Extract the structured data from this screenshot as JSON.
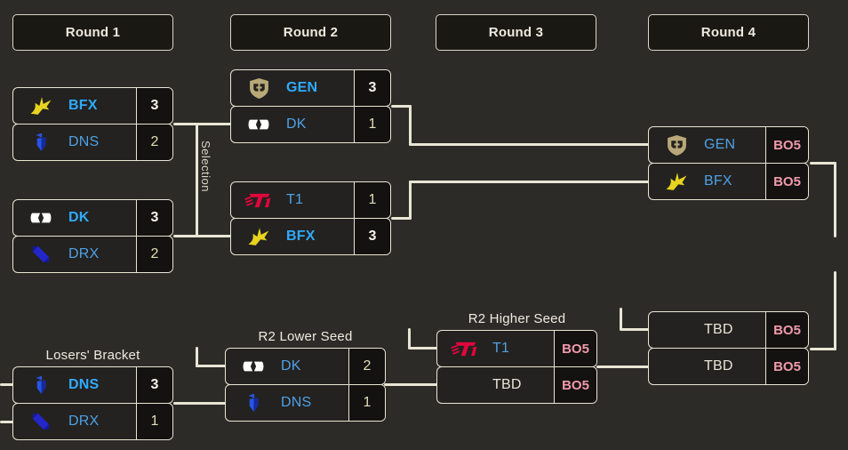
{
  "app": {
    "background": "#2d2b28",
    "line_color": "#e9e5d4",
    "team_blue": "#4fa0e6",
    "winner_blue": "#2fabff",
    "bo5_pink": "#f29aab",
    "score_cream": "#e6ddb7"
  },
  "rounds": [
    {
      "label": "Round 1"
    },
    {
      "label": "Round 2"
    },
    {
      "label": "Round 3"
    },
    {
      "label": "Round 4"
    }
  ],
  "labels": {
    "selection": "Selection",
    "losers_bracket": "Losers' Bracket",
    "r2_lower_seed": "R2 Lower Seed",
    "r2_higher_seed": "R2 Higher Seed"
  },
  "matches": [
    {
      "name": "round1-match1",
      "teams": [
        {
          "name": "BFX",
          "icon": "bfx-logo",
          "score": "3",
          "winner": true
        },
        {
          "name": "DNS",
          "icon": "dns-logo",
          "score": "2"
        }
      ]
    },
    {
      "name": "round1-match2",
      "teams": [
        {
          "name": "DK",
          "icon": "dk-logo",
          "score": "3",
          "winner": true
        },
        {
          "name": "DRX",
          "icon": "drx-logo",
          "score": "2"
        }
      ]
    },
    {
      "name": "round2-match1",
      "teams": [
        {
          "name": "GEN",
          "icon": "gen-logo",
          "score": "3",
          "winner": true
        },
        {
          "name": "DK",
          "icon": "dk-logo",
          "score": "1"
        }
      ]
    },
    {
      "name": "round2-match2",
      "teams": [
        {
          "name": "T1",
          "icon": "t1-logo",
          "score": "1"
        },
        {
          "name": "BFX",
          "icon": "bfx-logo",
          "score": "3",
          "winner": true
        }
      ]
    },
    {
      "name": "round4-upper-final",
      "teams": [
        {
          "name": "GEN",
          "icon": "gen-logo",
          "score": "BO5",
          "bo5": true
        },
        {
          "name": "BFX",
          "icon": "bfx-logo",
          "score": "BO5",
          "bo5": true
        }
      ]
    },
    {
      "name": "r2-higher-seed",
      "teams": [
        {
          "name": "T1",
          "icon": "t1-logo",
          "score": "BO5",
          "bo5": true
        },
        {
          "name": "TBD",
          "placeholder": true,
          "score": "BO5",
          "bo5": true
        }
      ]
    },
    {
      "name": "r2-lower-seed",
      "teams": [
        {
          "name": "DK",
          "icon": "dk-logo",
          "score": "2"
        },
        {
          "name": "DNS",
          "icon": "dns-logo",
          "score": "1"
        }
      ]
    },
    {
      "name": "losers-bracket",
      "teams": [
        {
          "name": "DNS",
          "icon": "dns-logo",
          "score": "3",
          "winner": true
        },
        {
          "name": "DRX",
          "icon": "drx-logo",
          "score": "1"
        }
      ]
    },
    {
      "name": "lower-final",
      "teams": [
        {
          "name": "TBD",
          "placeholder": true,
          "score": "BO5",
          "bo5": true
        },
        {
          "name": "TBD",
          "placeholder": true,
          "score": "BO5",
          "bo5": true
        }
      ]
    }
  ]
}
